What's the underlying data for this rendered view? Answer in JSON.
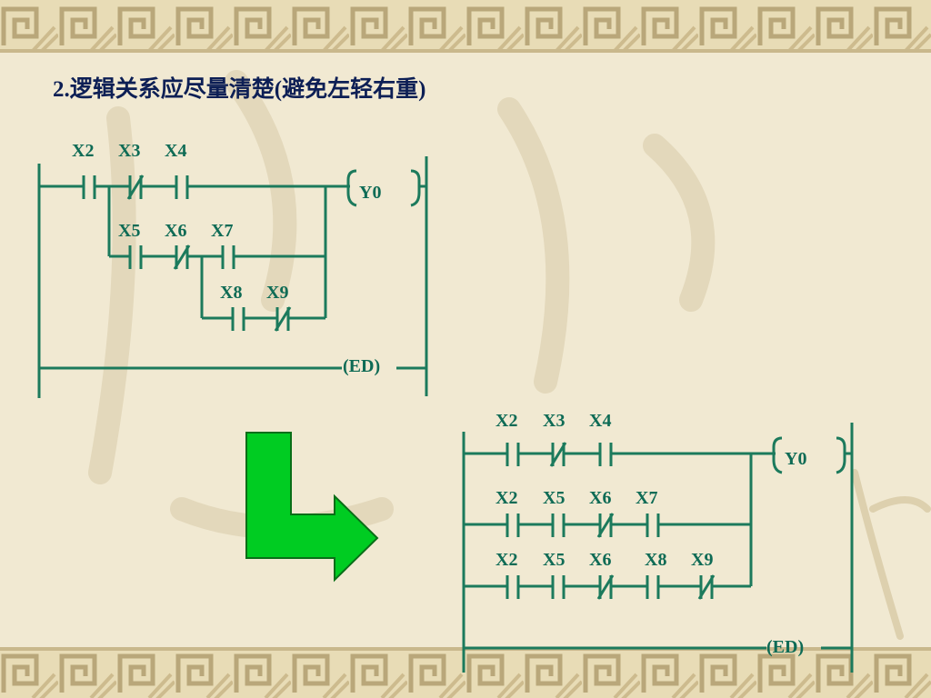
{
  "slide": {
    "title": "2.逻辑关系应尽量清楚(避免左轻右重)"
  },
  "colors": {
    "ladder_line": "#1c7a5c",
    "label_text": "#0e6b55",
    "title_text": "#0d1f55",
    "arrow_fill": "#00cc22",
    "arrow_stroke": "#0a6e18",
    "background": "#f1e9d2"
  },
  "diagram_top": {
    "contacts": [
      {
        "label": "X2",
        "type": "NO"
      },
      {
        "label": "X3",
        "type": "NC"
      },
      {
        "label": "X4",
        "type": "NO"
      },
      {
        "label": "X5",
        "type": "NO"
      },
      {
        "label": "X6",
        "type": "NC"
      },
      {
        "label": "X7",
        "type": "NO"
      },
      {
        "label": "X8",
        "type": "NO"
      },
      {
        "label": "X9",
        "type": "NC"
      }
    ],
    "coil": "Y0",
    "end": "(ED)"
  },
  "diagram_bottom": {
    "rows": [
      [
        {
          "label": "X2",
          "type": "NO"
        },
        {
          "label": "X3",
          "type": "NC"
        },
        {
          "label": "X4",
          "type": "NO"
        }
      ],
      [
        {
          "label": "X2",
          "type": "NO"
        },
        {
          "label": "X5",
          "type": "NO"
        },
        {
          "label": "X6",
          "type": "NC"
        },
        {
          "label": "X7",
          "type": "NO"
        }
      ],
      [
        {
          "label": "X2",
          "type": "NO"
        },
        {
          "label": "X5",
          "type": "NO"
        },
        {
          "label": "X6",
          "type": "NC"
        },
        {
          "label": "X8",
          "type": "NO"
        },
        {
          "label": "X9",
          "type": "NC"
        }
      ]
    ],
    "coil": "Y0",
    "end": "(ED)"
  },
  "arrow": {
    "icon": "l-shaped-arrow-icon",
    "direction": "down-then-right"
  }
}
